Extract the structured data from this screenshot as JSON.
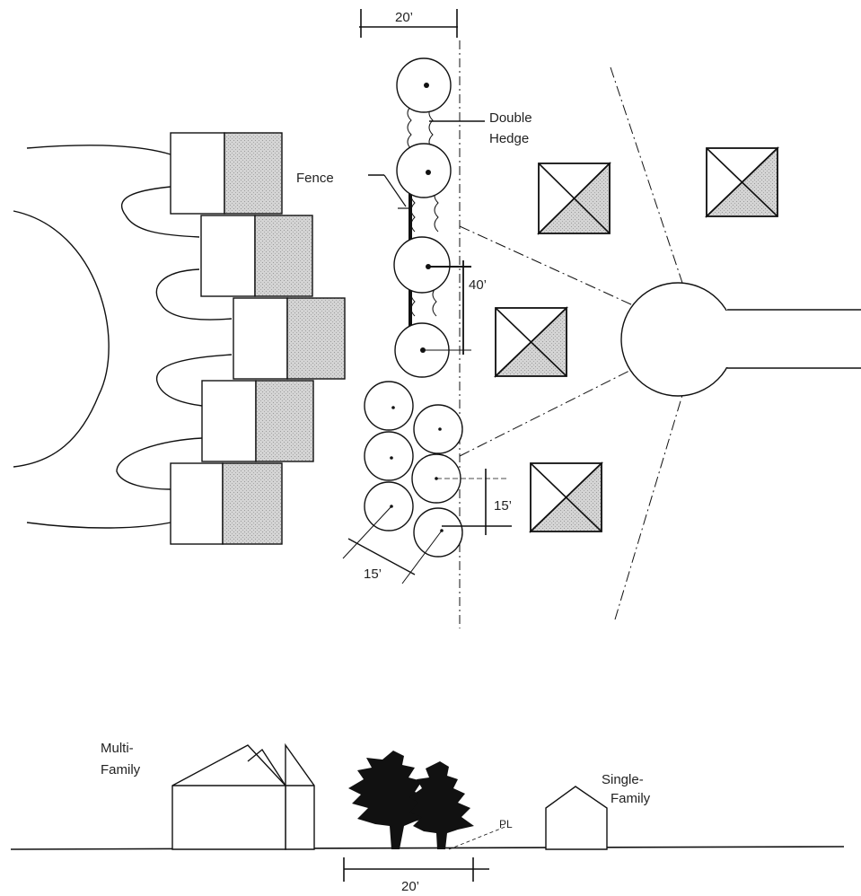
{
  "plan": {
    "dimensions": {
      "buffer_width_top": "20’",
      "tree_spacing_large": "40’",
      "tree_spacing_small_vertical": "15’",
      "tree_spacing_small_diagonal": "15’"
    },
    "labels": {
      "double_hedge_line1": "Double",
      "double_hedge_line2": "Hedge",
      "fence": "Fence"
    }
  },
  "section": {
    "labels": {
      "multi_family_line1": "Multi-",
      "multi_family_line2": "Family",
      "single_family_line1": "Single-",
      "single_family_line2": "Family",
      "property_line": "PL"
    },
    "dimensions": {
      "buffer_width_bottom": "20’"
    }
  },
  "colors": {
    "ink": "#111111",
    "shade": "#c8c8c8",
    "paper": "#ffffff"
  }
}
